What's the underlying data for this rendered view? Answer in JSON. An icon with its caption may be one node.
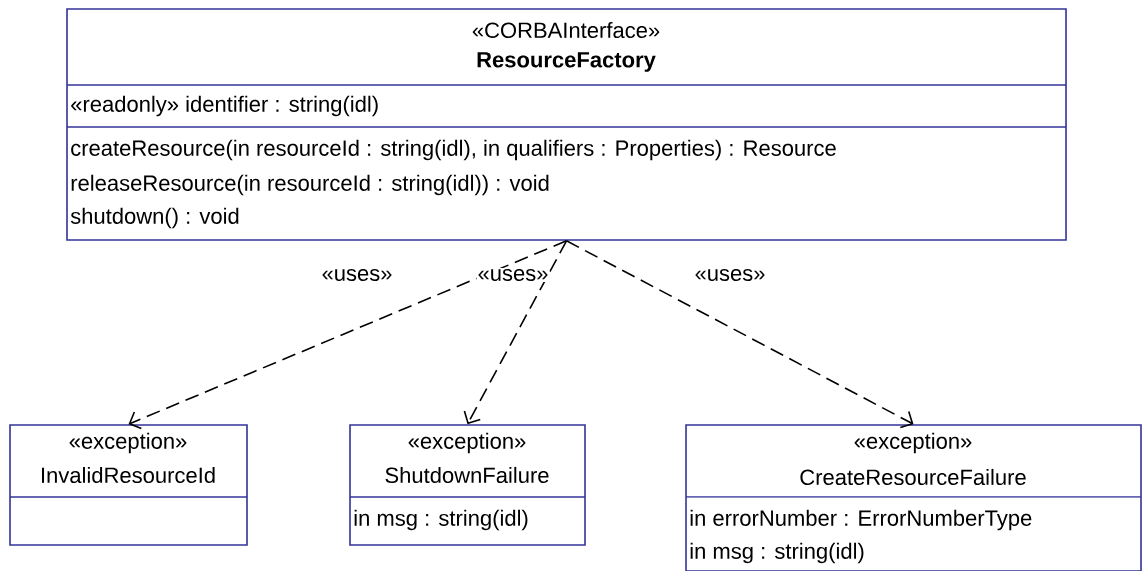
{
  "diagram": {
    "nodes": [
      {
        "text": [
          "«CORBAInterface»",
          "ResourceFactory",
          "«readonly» identifier : string(idl)",
          "createResource(in resourceId : string(idl), in qualifiers : Properties) : Resource",
          "releaseResource(in resourceId : string(idl)) : void",
          "shutdown() : void"
        ]
      },
      {
        "text": [
          "«exception»",
          "InvalidResourceId"
        ]
      },
      {
        "text": [
          "«exception»",
          "ShutdownFailure",
          "in msg : string(idl)"
        ]
      },
      {
        "text": [
          "«exception»",
          "CreateResourceFailure",
          "in errorNumber : ErrorNumberType",
          "in msg : string(idl)"
        ]
      }
    ],
    "edges": [
      {
        "from": 0,
        "to": 1,
        "arrow": "to",
        "style": "dashed",
        "label": "«uses»"
      },
      {
        "from": 0,
        "to": 2,
        "arrow": "to",
        "style": "dashed",
        "label": "«uses»"
      },
      {
        "from": 0,
        "to": 3,
        "arrow": "to",
        "style": "dashed",
        "label": "«uses»"
      }
    ]
  }
}
